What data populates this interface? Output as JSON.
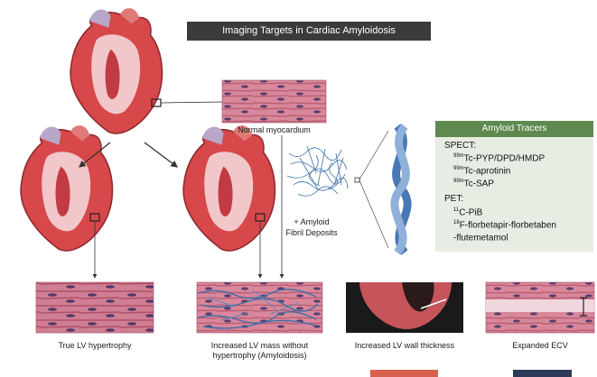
{
  "title": "Imaging Targets in Cardiac Amyloidosis",
  "labels": {
    "normal": "Normal myocardium",
    "amyloid_line1": "+ Amyloid",
    "amyloid_line2": "Fibril Deposits",
    "true_lvh": "True LV hypertrophy",
    "inc_mass_line1": "Increased LV mass without",
    "inc_mass_line2": "hypertrophy (Amyloidosis)",
    "wall": "Increased LV wall thickness",
    "ecv": "Expanded ECV"
  },
  "tracers": {
    "heading": "Amyloid Tracers",
    "spect_label": "SPECT:",
    "spect": [
      {
        "iso": "99m",
        "name": "Tc-PYP/DPD/HMDP"
      },
      {
        "iso": "99m",
        "name": "Tc-aprotinin"
      },
      {
        "iso": "99m",
        "name": "Tc-SAP"
      }
    ],
    "pet_label": "PET:",
    "pet": [
      {
        "iso": "11",
        "name": "C-PiB"
      },
      {
        "iso": "18",
        "name": "F-florbetapir-florbetaben"
      },
      {
        "iso": "",
        "name": "-flutemetamol"
      }
    ]
  },
  "colors": {
    "title_bg": "#3b3b3b",
    "tracer_head": "#5f8a4f",
    "tracer_bg": "#e7ede3",
    "tissue": "#c9687f",
    "fibril": "#4a78b4",
    "heart": "#d7484a"
  }
}
